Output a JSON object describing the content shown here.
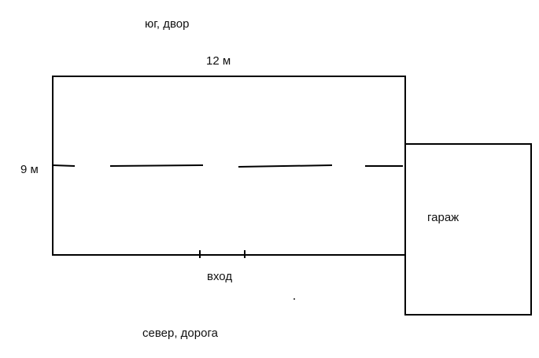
{
  "labels": {
    "south_yard": "юг, двор",
    "width": "12 м",
    "depth": "9 м",
    "garage": "гараж",
    "entrance": "вход",
    "north_road": "север, дорога"
  },
  "colors": {
    "stroke": "#000000",
    "text": "#111111",
    "background": "#ffffff"
  }
}
